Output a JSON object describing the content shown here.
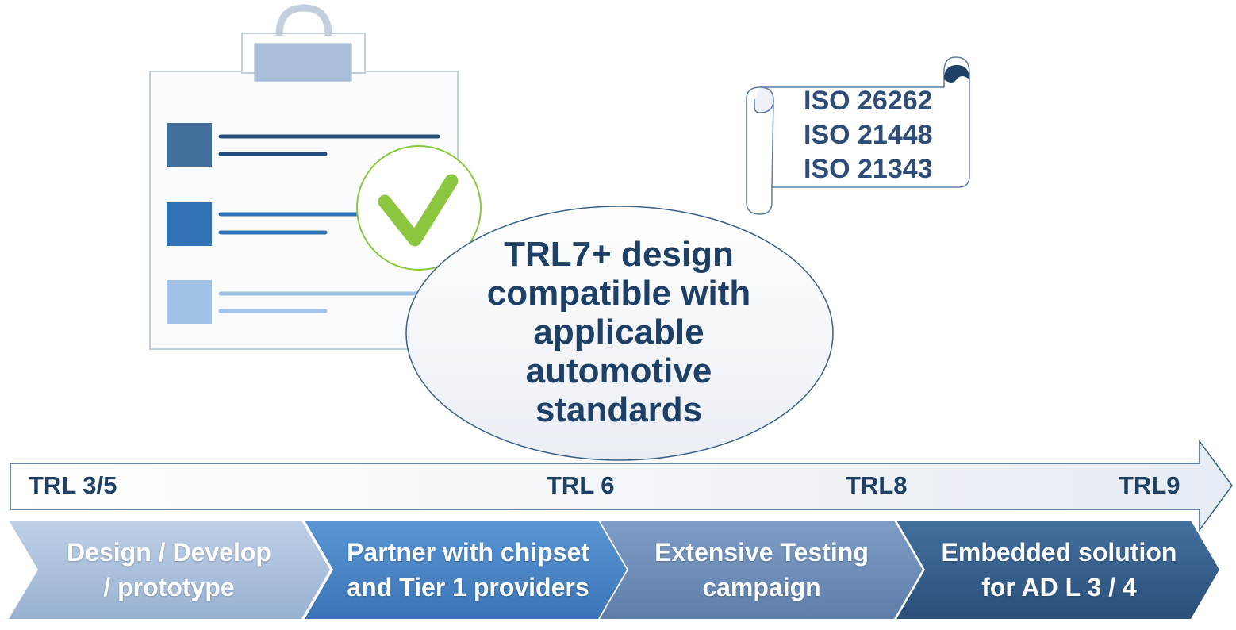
{
  "bubble": {
    "text": "TRL7+ design compatible with applicable automotive standards"
  },
  "standards": [
    "ISO 26262",
    "ISO 21448",
    "ISO 21343"
  ],
  "timeline": {
    "markers": [
      "TRL 3/5",
      "TRL 6",
      "TRL8",
      "TRL9"
    ]
  },
  "phases": [
    {
      "line1": "Design / Develop",
      "line2": "/ prototype",
      "color": "#a9bfdc"
    },
    {
      "line1": "Partner with chipset",
      "line2": "and Tier 1 providers",
      "color": "#4a86c8"
    },
    {
      "line1": "Extensive Testing",
      "line2": "campaign",
      "color": "#6e8fba"
    },
    {
      "line1": "Embedded solution",
      "line2": "for AD L 3 / 4",
      "color": "#365f8c"
    }
  ],
  "colors": {
    "dark_blue": "#1e3f66",
    "check_green": "#8cc63f",
    "clipboard_border": "#b8c7d8"
  },
  "icons": [
    "clipboard-icon",
    "checkmark-icon",
    "scroll-icon",
    "timeline-arrow"
  ]
}
